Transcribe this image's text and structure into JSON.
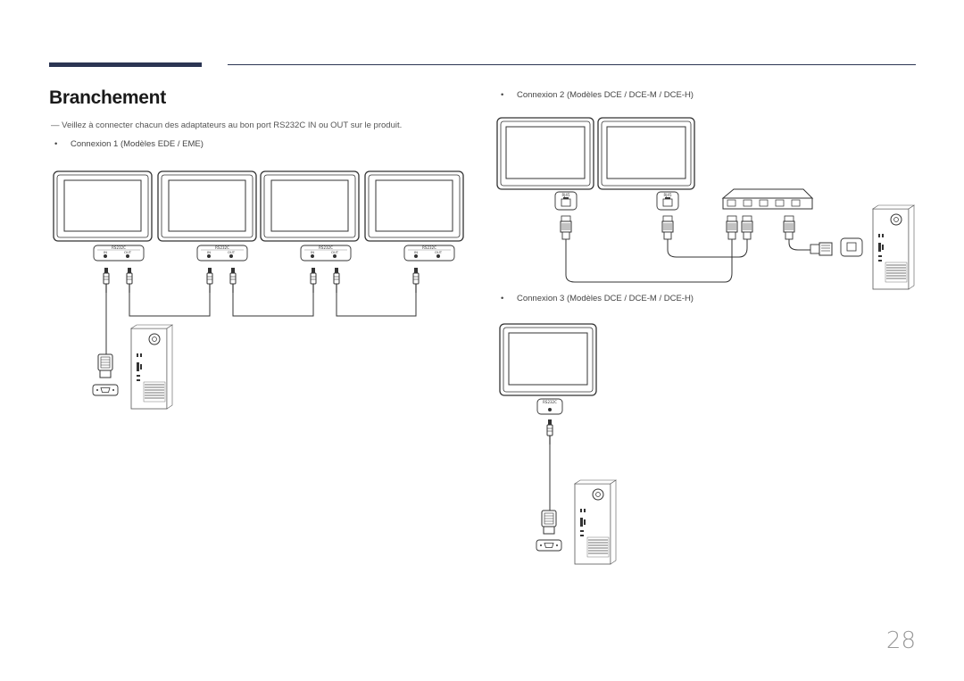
{
  "page": {
    "title": "Branchement",
    "note": "Veillez à connecter chacun des adaptateurs au bon port RS232C IN ou OUT sur le produit.",
    "note_marker": "―",
    "bullet": "•",
    "page_number": "28"
  },
  "sections": [
    {
      "label": "Connexion 1 (Modèles EDE / EME)"
    },
    {
      "label": "Connexion 2 (Modèles DCE / DCE-M / DCE-H)"
    },
    {
      "label": "Connexion 3 (Modèles DCE / DCE-M / DCE-H)"
    }
  ],
  "ports": {
    "rs232c": "RS232C",
    "in": "IN",
    "out": "OUT",
    "rj45": "RJ45"
  }
}
